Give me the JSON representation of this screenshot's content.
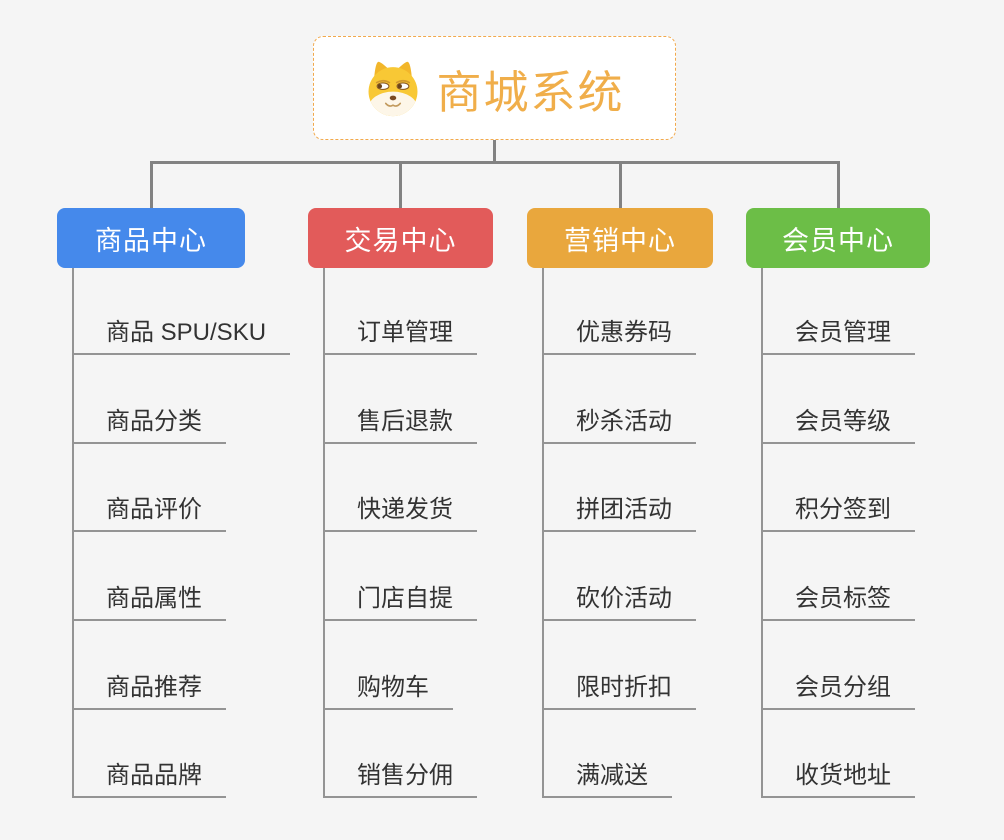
{
  "root": {
    "title": "商城系统",
    "icon": "shiba-dog-icon",
    "text_color": "#f0ae4a",
    "border_color": "#f2a94c"
  },
  "branches": [
    {
      "label": "商品中心",
      "color": "#4589eb",
      "children": [
        "商品 SPU/SKU",
        "商品分类",
        "商品评价",
        "商品属性",
        "商品推荐",
        "商品品牌"
      ]
    },
    {
      "label": "交易中心",
      "color": "#e25b5a",
      "children": [
        "订单管理",
        "售后退款",
        "快递发货",
        "门店自提",
        "购物车",
        "销售分佣"
      ]
    },
    {
      "label": "营销中心",
      "color": "#e9a73d",
      "children": [
        "优惠券码",
        "秒杀活动",
        "拼团活动",
        "砍价活动",
        "限时折扣",
        "满减送"
      ]
    },
    {
      "label": "会员中心",
      "color": "#6cbe47",
      "children": [
        "会员管理",
        "会员等级",
        "积分签到",
        "会员标签",
        "会员分组",
        "收货地址"
      ]
    }
  ],
  "palette": {
    "background": "#f5f5f5",
    "connector": "#828282",
    "underline": "#949494",
    "leaf_text": "#333333"
  }
}
